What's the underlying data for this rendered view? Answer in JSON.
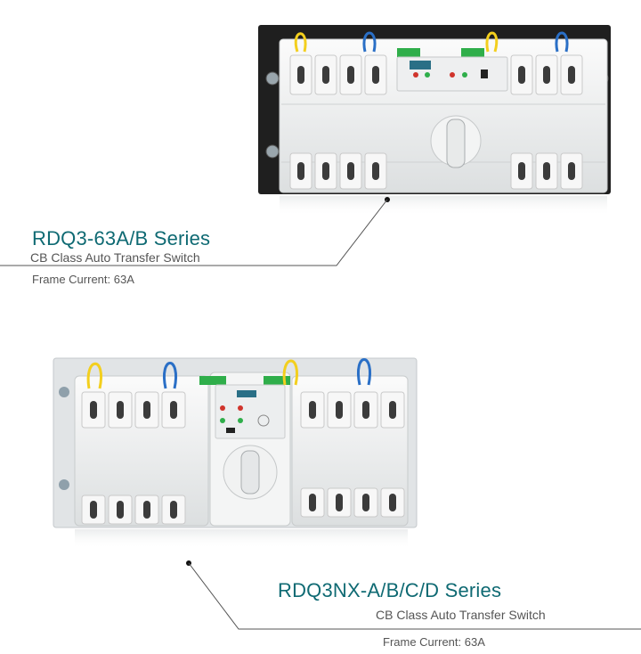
{
  "products": [
    {
      "title": "RDQ3-63A/B Series",
      "subtitle": "CB Class Auto Transfer Switch",
      "frame_current": "Frame Current: 63A"
    },
    {
      "title": "RDQ3NX-A/B/C/D Series",
      "subtitle": "CB Class Auto Transfer Switch",
      "frame_current": "Frame Current: 63A"
    }
  ],
  "colors": {
    "title_teal": "#0f6a73",
    "body_white": "#f2f3f3",
    "rail_black": "#1e1e1e",
    "indicator_green": "#2fae4a",
    "led_red": "#d0342c",
    "wire_yellow": "#f3cf1e",
    "wire_blue": "#2a6fc6"
  }
}
